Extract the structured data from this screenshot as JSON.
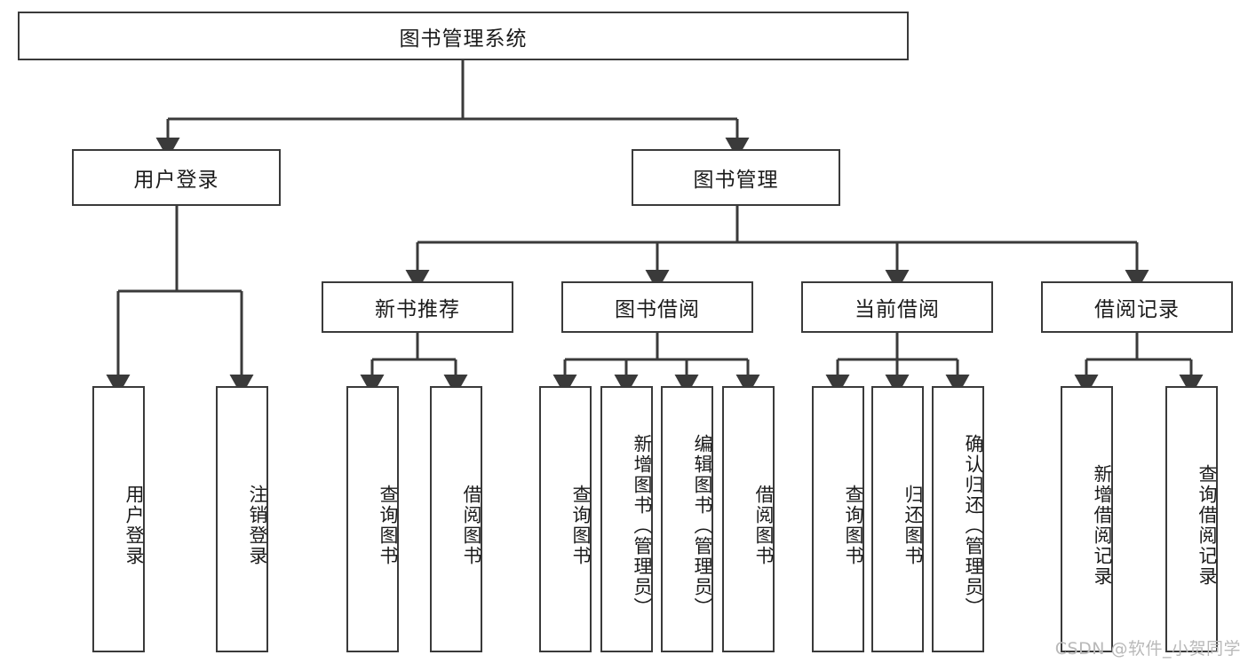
{
  "diagram": {
    "type": "tree-hierarchy",
    "root": {
      "label": "图书管理系统"
    },
    "level2": [
      {
        "label": "用户登录"
      },
      {
        "label": "图书管理"
      }
    ],
    "level3": [
      {
        "label": "新书推荐"
      },
      {
        "label": "图书借阅"
      },
      {
        "label": "当前借阅"
      },
      {
        "label": "借阅记录"
      }
    ],
    "leaves": {
      "user_login": [
        {
          "label": "用户登录"
        },
        {
          "label": "注销登录"
        }
      ],
      "new_book_recommend": [
        {
          "label": "查询图书"
        },
        {
          "label": "借阅图书"
        }
      ],
      "book_borrow": [
        {
          "label": "查询图书"
        },
        {
          "label": "新增图书（管理员）"
        },
        {
          "label": "编辑图书（管理员）"
        },
        {
          "label": "借阅图书"
        }
      ],
      "current_borrow": [
        {
          "label": "查询图书"
        },
        {
          "label": "归还图书"
        },
        {
          "label": "确认归还（管理员）"
        }
      ],
      "borrow_record": [
        {
          "label": "新增借阅记录"
        },
        {
          "label": "查询借阅记录"
        }
      ]
    }
  },
  "watermark": {
    "text": "CSDN @软件_小贺同学"
  },
  "colors": {
    "stroke": "#3a3a3a",
    "background": "#ffffff",
    "text": "#1b1b1b",
    "watermark": "#b9b9b9"
  }
}
